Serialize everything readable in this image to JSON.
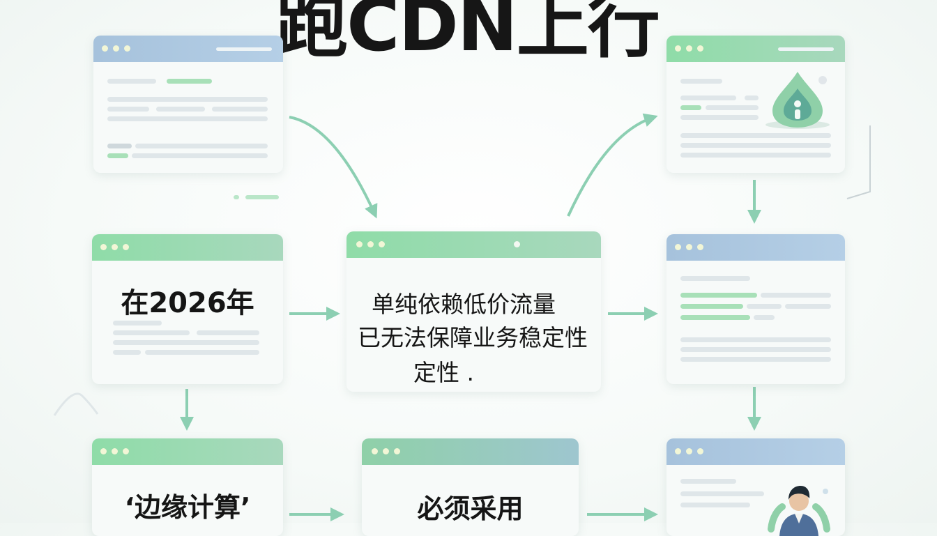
{
  "title": "跑CDN上行",
  "boxes": {
    "middle_left": {
      "text": "在2026年"
    },
    "center": {
      "line1": "单纯依赖低价流量",
      "line2": "已无法保障业务稳定性",
      "line3": "定性 ."
    },
    "bottom_left": {
      "text": "‘边缘计算’"
    },
    "bottom_center": {
      "text": "必须采用"
    }
  },
  "icons": {
    "top_right": "drop-person-icon",
    "bottom_right": "person-avatar-icon"
  },
  "colors": {
    "green_bar": "#8fd0a8",
    "blue_bar": "#a6c2dc",
    "arrow": "#8ccfb2",
    "title": "#161616"
  }
}
